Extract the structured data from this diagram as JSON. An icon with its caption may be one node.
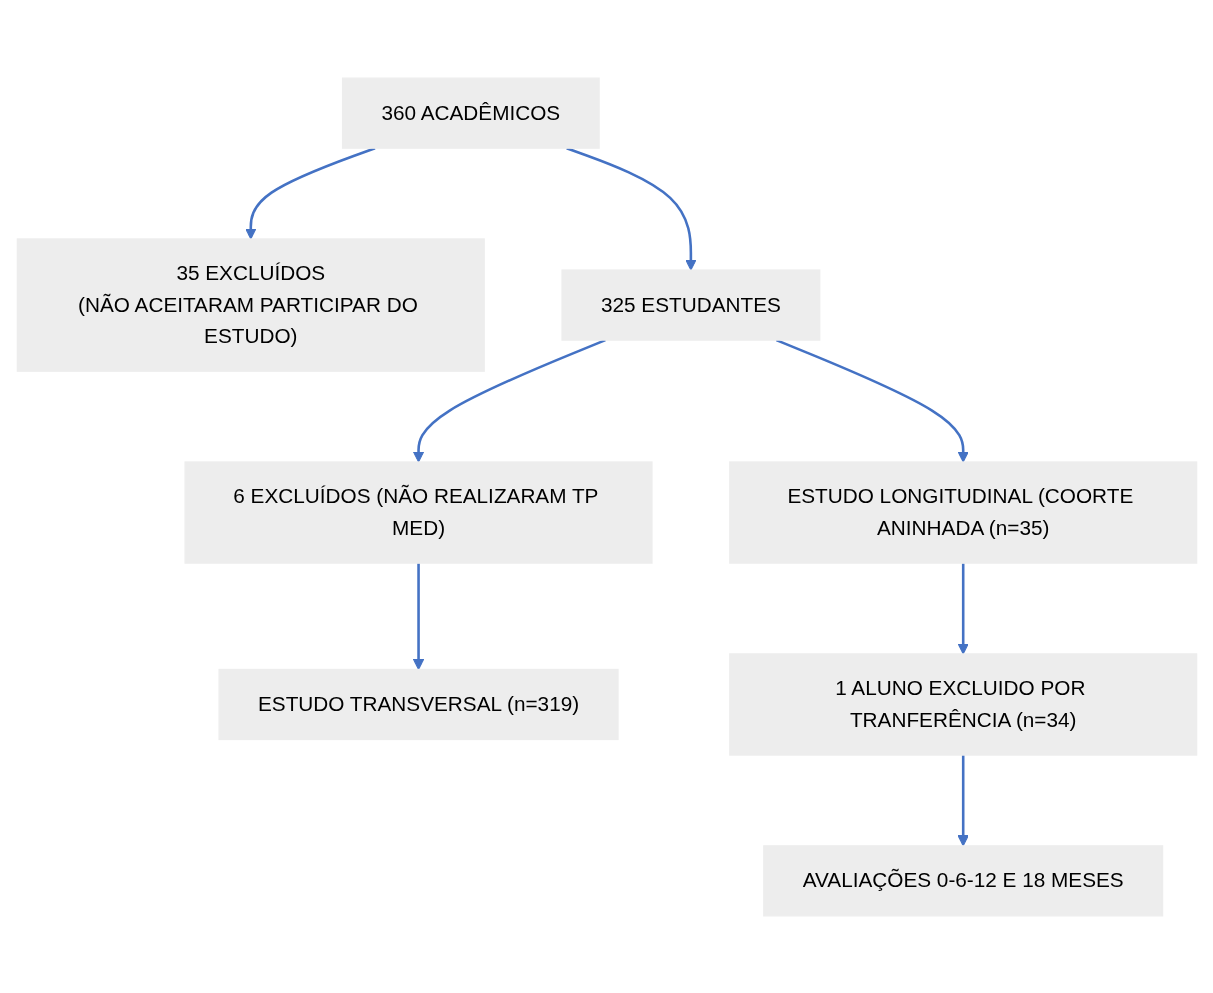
{
  "diagram": {
    "nodes": [
      {
        "text": [
          "360 ACADÊMICOS"
        ]
      },
      {
        "text": [
          "35 EXCLUÍDOS",
          "(NÃO ACEITARAM PARTICIPAR DO ESTUDO)"
        ]
      },
      {
        "text": [
          "325 ESTUDANTES"
        ]
      },
      {
        "text": [
          "6 EXCLUÍDOS (NÃO REALIZARAM TP MED)"
        ]
      },
      {
        "text": [
          "ESTUDO LONGITUDINAL (COORTE ANINHADA (n=35)"
        ]
      },
      {
        "text": [
          "ESTUDO TRANSVERSAL (n=319)"
        ]
      },
      {
        "text": [
          "1 ALUNO EXCLUIDO POR TRANFERÊNCIA (n=34)"
        ]
      },
      {
        "text": [
          "AVALIAÇÕES 0-6-12 E 18 MESES"
        ]
      }
    ],
    "edges": [
      {
        "from": 0,
        "to": 2,
        "arrow": "to"
      },
      {
        "from": 0,
        "to": 1,
        "arrow": "to"
      },
      {
        "from": 2,
        "to": 3,
        "arrow": "to"
      },
      {
        "from": 2,
        "to": 4,
        "arrow": "to"
      },
      {
        "from": 3,
        "to": 5,
        "arrow": "to"
      },
      {
        "from": 4,
        "to": 6,
        "arrow": "to"
      },
      {
        "from": 6,
        "to": 7,
        "arrow": "to"
      }
    ]
  }
}
